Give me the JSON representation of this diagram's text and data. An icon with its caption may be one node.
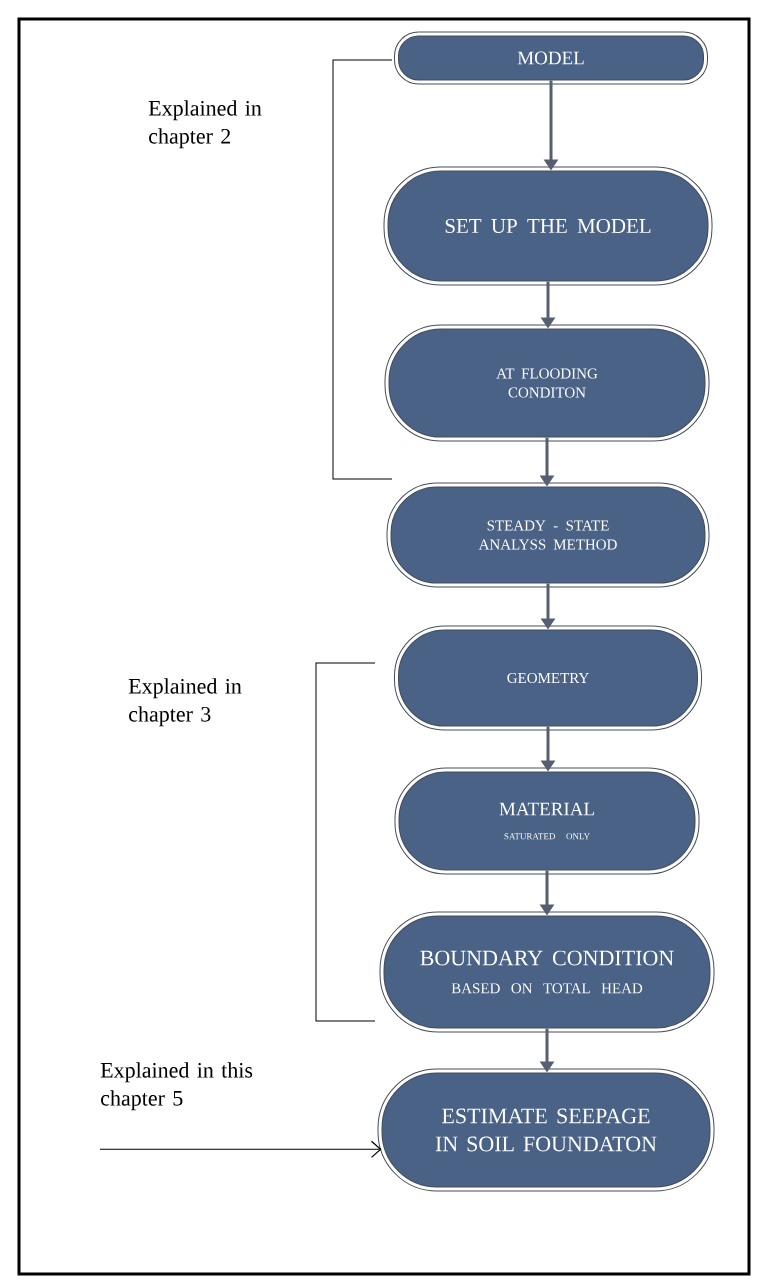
{
  "diagram": {
    "nodes": [
      {
        "text": [
          "MODEL"
        ]
      },
      {
        "text": [
          "SET UP THE MODEL"
        ]
      },
      {
        "text": [
          "AT FLOODING CONDITON"
        ]
      },
      {
        "text": [
          "STEADY - STATE ANALYSS METHOD"
        ]
      },
      {
        "text": [
          "GEOMETRY"
        ]
      },
      {
        "text": [
          "MATERIAL",
          "SATURATED ONLY"
        ]
      },
      {
        "text": [
          "BOUNDARY CONDITION",
          "BASED ON TOTAL HEAD"
        ]
      },
      {
        "text": [
          "ESTIMATE SEEPAGE IN SOIL FOUNDATON"
        ]
      },
      {
        "text": [
          "Explained in this chapter 5"
        ]
      }
    ],
    "edges": [
      {
        "from": 0,
        "to": 1,
        "arrow": "to"
      },
      {
        "from": 1,
        "to": 2,
        "arrow": "to"
      },
      {
        "from": 2,
        "to": 3,
        "arrow": "to"
      },
      {
        "from": 3,
        "to": 4,
        "arrow": "to"
      },
      {
        "from": 4,
        "to": 5,
        "arrow": "to"
      },
      {
        "from": 5,
        "to": 6,
        "arrow": "to"
      },
      {
        "from": 6,
        "to": 7,
        "arrow": "to"
      },
      {
        "from": 8,
        "to": 7,
        "arrow": "to",
        "color": "#000000"
      }
    ],
    "labels": [
      "Explained in chapter 2",
      "Explained in chapter 3"
    ]
  }
}
